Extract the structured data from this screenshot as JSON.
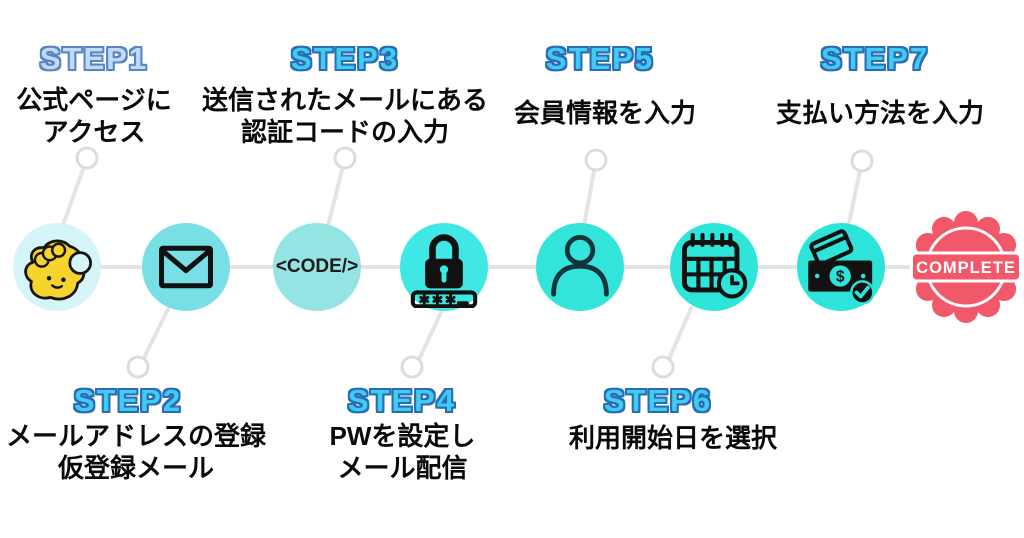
{
  "diagram": {
    "steps": [
      {
        "label": "STEP1",
        "lines": [
          "公式ページに",
          "アクセス"
        ],
        "icon": "mascot-icon"
      },
      {
        "label": "STEP2",
        "lines": [
          "メールアドレスの登録",
          "仮登録メール"
        ],
        "icon": "envelope-icon"
      },
      {
        "label": "STEP3",
        "lines": [
          "送信されたメールにある",
          "認証コードの入力"
        ],
        "icon": "code-icon"
      },
      {
        "label": "STEP4",
        "lines": [
          "PWを設定し",
          "メール配信"
        ],
        "icon": "lock-password-icon"
      },
      {
        "label": "STEP5",
        "lines": [
          "会員情報を入力"
        ],
        "icon": "user-icon"
      },
      {
        "label": "STEP6",
        "lines": [
          "利用開始日を選択"
        ],
        "icon": "calendar-clock-icon"
      },
      {
        "label": "STEP7",
        "lines": [
          "支払い方法を入力"
        ],
        "icon": "payment-icon"
      }
    ],
    "code_icon_text": "<CODE/>",
    "payment_currency": "$",
    "complete_badge_text": "COMPLETE",
    "colors": {
      "step_label_fill": "#3fcbf4",
      "step_label_outline": "#2b6cb3",
      "step1_label_fill": "#bedcf6",
      "step1_label_outline": "#5a85c2",
      "node_colors": [
        "#d6f5f8",
        "#79dfe7",
        "#93e4e2",
        "#3fe8e5",
        "#33e4db",
        "#2ee5da",
        "#2ce4d9"
      ],
      "badge_red": "#f1596b",
      "connector_gray": "#e4e4e4",
      "mascot_yellow": "#f6d32d"
    }
  }
}
